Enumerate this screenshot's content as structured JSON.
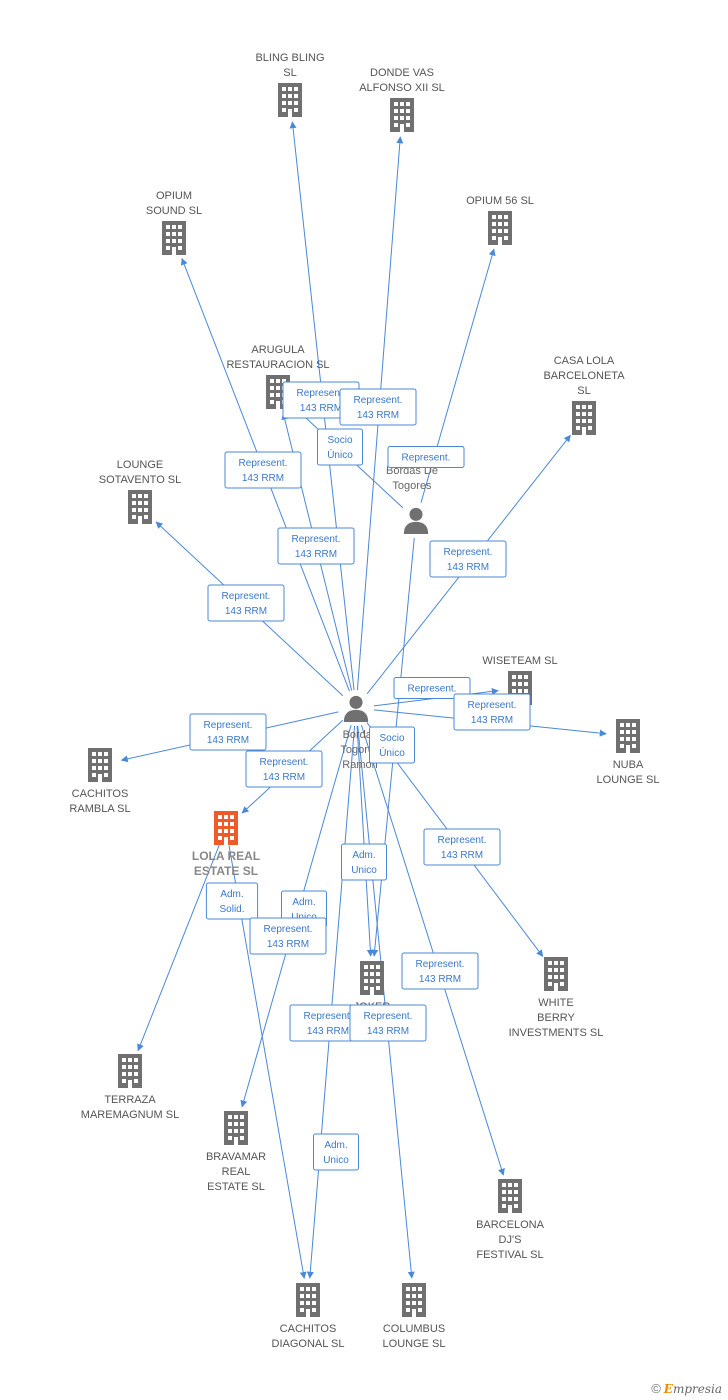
{
  "colors": {
    "edge": "#4a88d8",
    "building": "#707070",
    "building_main": "#f05a28",
    "person": "#707070"
  },
  "persons": [
    {
      "id": "p_ramon",
      "lines": [
        "Bordas",
        "Togores",
        "Ramon"
      ],
      "icon": "person-icon"
    },
    {
      "id": "p_bordas",
      "lines": [
        "Bordas De",
        "Togores"
      ],
      "icon": "person-icon"
    }
  ],
  "companies": [
    {
      "id": "bling",
      "lines": [
        "BLING BLING",
        "SL"
      ],
      "main": false
    },
    {
      "id": "dondevas",
      "lines": [
        "DONDE VAS",
        "ALFONSO XII SL"
      ],
      "main": false
    },
    {
      "id": "opiumsound",
      "lines": [
        "OPIUM",
        "SOUND SL"
      ],
      "main": false
    },
    {
      "id": "opium56",
      "lines": [
        "OPIUM 56  SL"
      ],
      "main": false
    },
    {
      "id": "arugula",
      "lines": [
        "ARUGULA",
        "RESTAURACION SL"
      ],
      "main": false
    },
    {
      "id": "casalola",
      "lines": [
        "CASA LOLA",
        "BARCELONETA",
        "SL"
      ],
      "main": false
    },
    {
      "id": "lounge",
      "lines": [
        "LOUNGE",
        "SOTAVENTO SL"
      ],
      "main": false
    },
    {
      "id": "wiseteam",
      "lines": [
        "WISETEAM  SL"
      ],
      "main": false
    },
    {
      "id": "nuba",
      "lines": [
        "NUBA",
        "LOUNGE SL"
      ],
      "main": false
    },
    {
      "id": "cachitosrambla",
      "lines": [
        "CACHITOS",
        "RAMBLA SL"
      ],
      "main": false
    },
    {
      "id": "lolareal",
      "lines": [
        "LOLA REAL",
        "ESTATE  SL"
      ],
      "main": true
    },
    {
      "id": "joker",
      "lines": [
        "JOKER"
      ],
      "main": false
    },
    {
      "id": "whiteberry",
      "lines": [
        "WHITE",
        "BERRY",
        "INVESTMENTS SL"
      ],
      "main": false
    },
    {
      "id": "terraza",
      "lines": [
        "TERRAZA",
        "MAREMAGNUM SL"
      ],
      "main": false
    },
    {
      "id": "bravamar",
      "lines": [
        "BRAVAMAR",
        "REAL",
        "ESTATE SL"
      ],
      "main": false
    },
    {
      "id": "barcelonadj",
      "lines": [
        "BARCELONA",
        "DJ'S",
        "FESTIVAL SL"
      ],
      "main": false
    },
    {
      "id": "cachitosdiag",
      "lines": [
        "CACHITOS",
        "DIAGONAL  SL"
      ],
      "main": false
    },
    {
      "id": "columbus",
      "lines": [
        "COLUMBUS",
        "LOUNGE  SL"
      ],
      "main": false
    }
  ],
  "edges": [
    {
      "from": "p_ramon",
      "to": "bling"
    },
    {
      "from": "p_ramon",
      "to": "dondevas"
    },
    {
      "from": "p_ramon",
      "to": "opiumsound"
    },
    {
      "from": "p_bordas",
      "to": "opium56"
    },
    {
      "from": "p_ramon",
      "to": "arugula"
    },
    {
      "from": "p_bordas",
      "to": "arugula"
    },
    {
      "from": "p_ramon",
      "to": "casalola"
    },
    {
      "from": "p_ramon",
      "to": "lounge"
    },
    {
      "from": "p_ramon",
      "to": "wiseteam"
    },
    {
      "from": "p_ramon",
      "to": "nuba"
    },
    {
      "from": "p_ramon",
      "to": "cachitosrambla"
    },
    {
      "from": "p_ramon",
      "to": "lolareal"
    },
    {
      "from": "p_ramon",
      "to": "joker"
    },
    {
      "from": "p_bordas",
      "to": "joker"
    },
    {
      "from": "p_ramon",
      "to": "whiteberry"
    },
    {
      "from": "lolareal",
      "to": "terraza"
    },
    {
      "from": "p_ramon",
      "to": "bravamar"
    },
    {
      "from": "p_ramon",
      "to": "barcelonadj"
    },
    {
      "from": "p_ramon",
      "to": "cachitosdiag"
    },
    {
      "from": "p_ramon",
      "to": "columbus"
    },
    {
      "from": "lolareal",
      "to": "cachitosdiag"
    }
  ],
  "relations": [
    {
      "id": "r1",
      "lines": [
        "Represent.",
        "143 RRM"
      ]
    },
    {
      "id": "r2",
      "lines": [
        "Represent.",
        "143 RRM"
      ]
    },
    {
      "id": "r3",
      "lines": [
        "Socio",
        "Único"
      ]
    },
    {
      "id": "r4",
      "lines": [
        "Represent."
      ]
    },
    {
      "id": "r5",
      "lines": [
        "Represent.",
        "143 RRM"
      ]
    },
    {
      "id": "r6",
      "lines": [
        "Represent.",
        "143 RRM"
      ]
    },
    {
      "id": "r7",
      "lines": [
        "Represent.",
        "143 RRM"
      ]
    },
    {
      "id": "r8",
      "lines": [
        "Represent.",
        "143 RRM"
      ]
    },
    {
      "id": "r9",
      "lines": [
        "Represent."
      ]
    },
    {
      "id": "r10",
      "lines": [
        "Represent.",
        "143 RRM"
      ]
    },
    {
      "id": "r11",
      "lines": [
        "Represent.",
        "143 RRM"
      ]
    },
    {
      "id": "r12",
      "lines": [
        "Represent.",
        "143 RRM"
      ]
    },
    {
      "id": "r13",
      "lines": [
        "Socio",
        "Único"
      ]
    },
    {
      "id": "r14",
      "lines": [
        "Represent.",
        "143 RRM"
      ]
    },
    {
      "id": "r15",
      "lines": [
        "Adm.",
        "Unico"
      ]
    },
    {
      "id": "r16",
      "lines": [
        "Adm.",
        "Solid."
      ]
    },
    {
      "id": "r17",
      "lines": [
        "Adm.",
        "Unico"
      ]
    },
    {
      "id": "r18",
      "lines": [
        "Represent.",
        "143 RRM"
      ]
    },
    {
      "id": "r19",
      "lines": [
        "Represent.",
        "143 RRM"
      ]
    },
    {
      "id": "r20",
      "lines": [
        "Represent.",
        "143 RRM"
      ]
    },
    {
      "id": "r21",
      "lines": [
        "Represent.",
        "143 RRM"
      ]
    },
    {
      "id": "r22",
      "lines": [
        "Adm.",
        "Unico"
      ]
    }
  ],
  "footer": {
    "copyright": "©",
    "brand_first": "E",
    "brand_rest": "mpresia"
  }
}
